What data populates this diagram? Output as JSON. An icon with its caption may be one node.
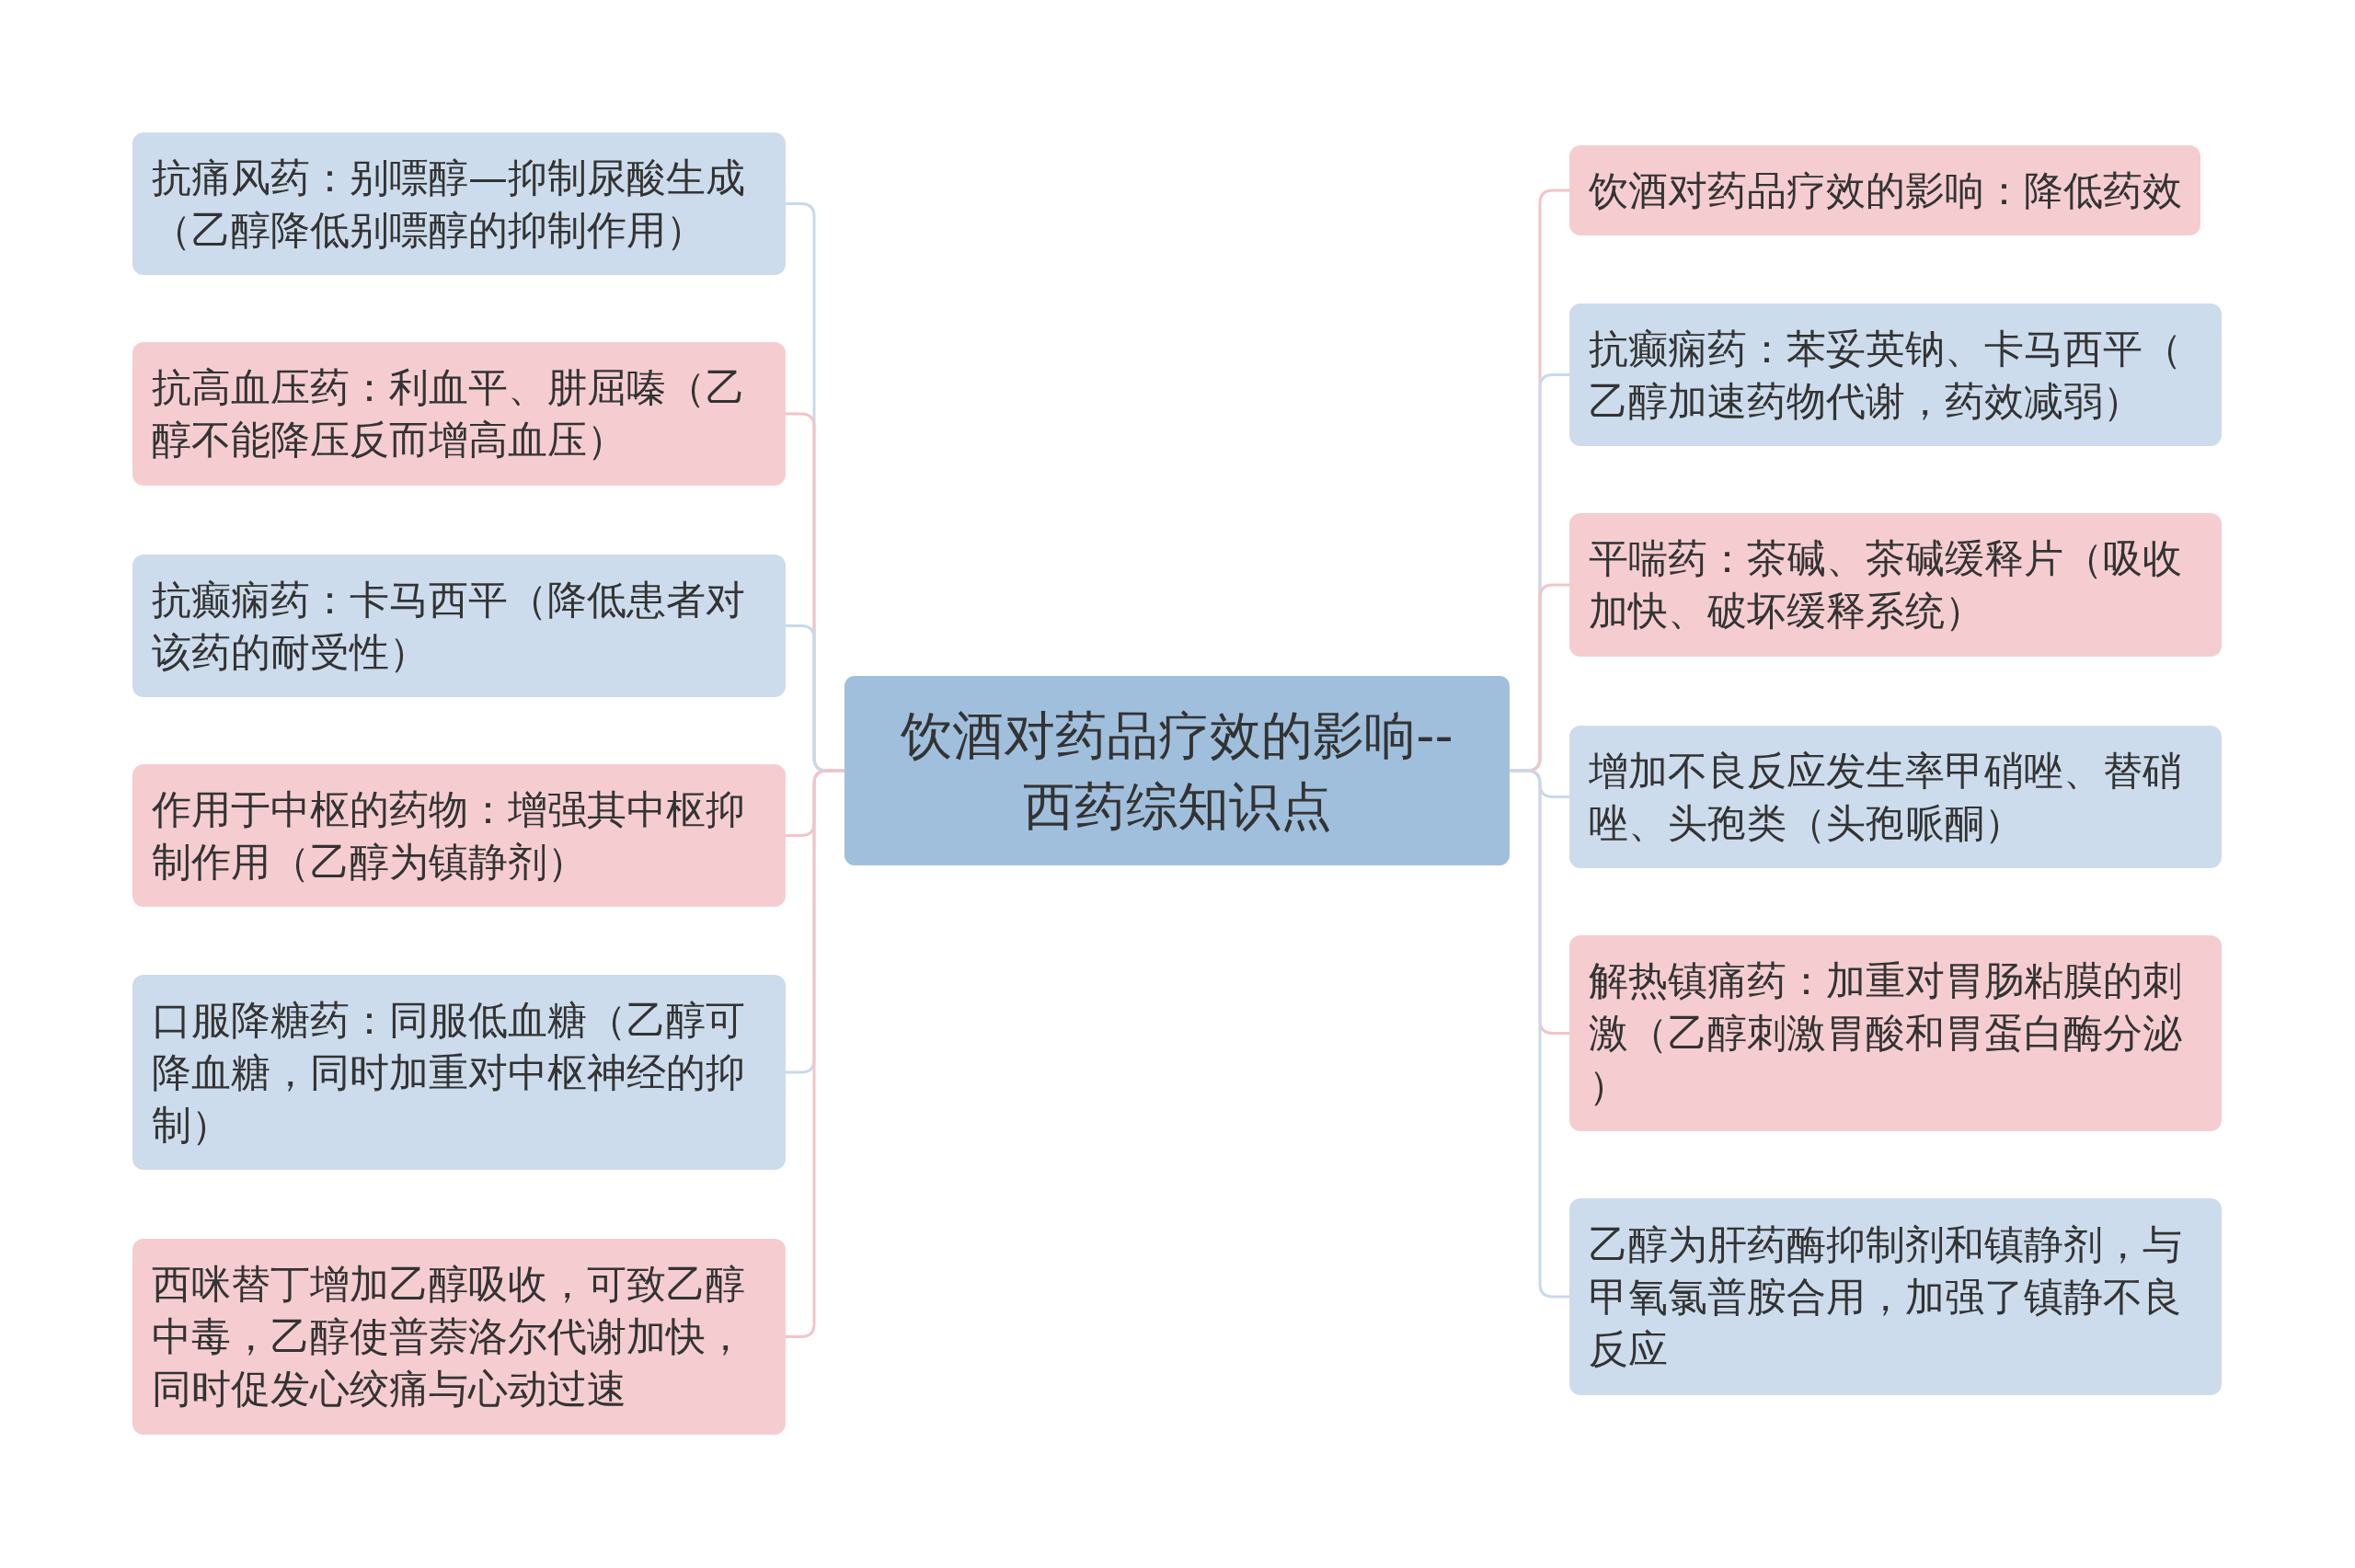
{
  "diagram": {
    "nodes": [
      {
        "text": [
          "饮酒对药品疗效的影响--西药综知识点"
        ]
      },
      {
        "text": [
          "抗痛风药：别嘌醇—抑制尿酸生成（乙醇降低别嘌醇的抑制作用）"
        ]
      },
      {
        "text": [
          "抗高血压药：利血平、肼屈嗪（乙醇不能降压反而增高血压）"
        ]
      },
      {
        "text": [
          "抗癫痫药：卡马西平（降低患者对该药的耐受性）"
        ]
      },
      {
        "text": [
          "作用于中枢的药物：增强其中枢抑制作用（乙醇为镇静剂）"
        ]
      },
      {
        "text": [
          "口服降糖药：同服低血糖（乙醇可降血糖，同时加重对中枢神经的抑制）"
        ]
      },
      {
        "text": [
          "西咪替丁增加乙醇吸收，可致乙醇中毒，乙醇使普萘洛尔代谢加快，同时促发心绞痛与心动过速"
        ]
      },
      {
        "text": [
          "饮酒对药品疗效的影响：降低药效"
        ]
      },
      {
        "text": [
          "抗癫痫药：苯妥英钠、卡马西平（乙醇加速药物代谢，药效减弱）"
        ]
      },
      {
        "text": [
          "平喘药：茶碱、茶碱缓释片（吸收加快、破坏缓释系统）"
        ]
      },
      {
        "text": [
          "增加不良反应发生率甲硝唑、替硝唑、头孢类（头孢哌酮）"
        ]
      },
      {
        "text": [
          "解热镇痛药：加重对胃肠粘膜的刺激（乙醇刺激胃酸和胃蛋白酶分泌）"
        ]
      },
      {
        "text": [
          "乙醇为肝药酶抑制剂和镇静剂，与甲氧氯普胺合用，加强了镇静不良反应"
        ]
      }
    ],
    "edges": [
      {
        "from": 0,
        "to": 1,
        "arrow": "none"
      },
      {
        "from": 0,
        "to": 2,
        "arrow": "none",
        "color": "#f2c4c8"
      },
      {
        "from": 0,
        "to": 3,
        "arrow": "none"
      },
      {
        "from": 0,
        "to": 4,
        "arrow": "none",
        "color": "#f2c4c8"
      },
      {
        "from": 0,
        "to": 5,
        "arrow": "none"
      },
      {
        "from": 0,
        "to": 6,
        "arrow": "none",
        "color": "#f2c4c8"
      },
      {
        "from": 0,
        "to": 7,
        "arrow": "none",
        "color": "#f2c4c8"
      },
      {
        "from": 0,
        "to": 8,
        "arrow": "none"
      },
      {
        "from": 0,
        "to": 9,
        "arrow": "none",
        "color": "#f2c4c8"
      },
      {
        "from": 0,
        "to": 10,
        "arrow": "none"
      },
      {
        "from": 0,
        "to": 11,
        "arrow": "none",
        "color": "#f2c4c8"
      },
      {
        "from": 0,
        "to": 12,
        "arrow": "none"
      }
    ]
  }
}
